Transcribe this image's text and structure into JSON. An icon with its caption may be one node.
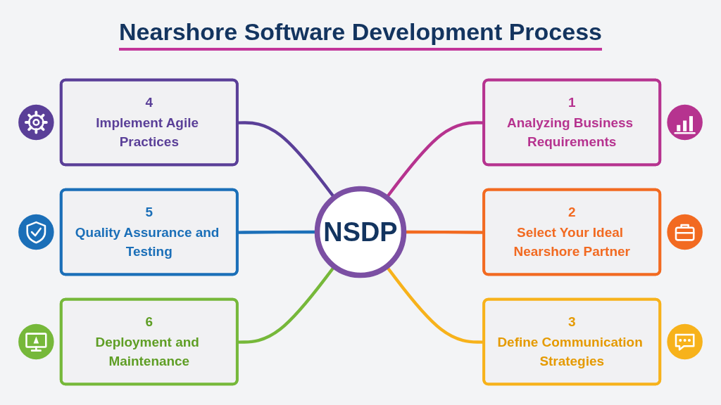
{
  "diagram": {
    "title": "Nearshore Software Development Process",
    "nodes": [
      {
        "text": [
          "NSDP"
        ]
      },
      {
        "text": [
          "1",
          "Analyzing Business Requirements"
        ]
      },
      {
        "text": [
          "2",
          "Select Your Ideal Nearshore Partner"
        ]
      },
      {
        "text": [
          "3",
          "Define Communication Strategies"
        ]
      },
      {
        "text": [
          "4",
          "Implement Agile Practices"
        ]
      },
      {
        "text": [
          "5",
          "Quality Assurance and Testing"
        ]
      },
      {
        "text": [
          "6",
          "Deployment and Maintenance"
        ]
      }
    ],
    "edges": [
      {
        "from": 0,
        "to": 1,
        "arrow": "none",
        "color": "#b6338f"
      },
      {
        "from": 0,
        "to": 2,
        "arrow": "none",
        "color": "#f26a21"
      },
      {
        "from": 0,
        "to": 3,
        "arrow": "none",
        "color": "#f7b21b"
      },
      {
        "from": 4,
        "to": 0,
        "arrow": "none",
        "color": "#5a3f98"
      },
      {
        "from": 5,
        "to": 0,
        "arrow": "none",
        "color": "#1b6fb8"
      },
      {
        "from": 6,
        "to": 0,
        "arrow": "none",
        "color": "#76b83a"
      }
    ]
  }
}
